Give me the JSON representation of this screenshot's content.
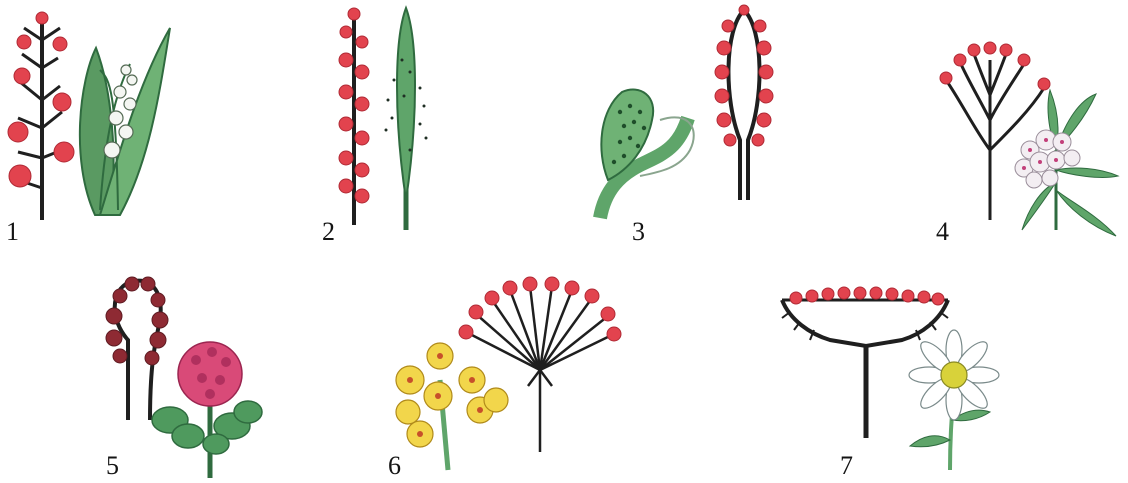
{
  "labels": [
    "1",
    "2",
    "3",
    "4",
    "5",
    "6",
    "7"
  ],
  "colors": {
    "flower_red": "#e2434e",
    "flower_dark": "#8e2a33",
    "stem": "#1f1f1f",
    "leaf_green": "#5fa56a",
    "leaf_dark": "#2f6b3f",
    "yellow": "#f2d64b",
    "clover_pink": "#d94a78"
  }
}
